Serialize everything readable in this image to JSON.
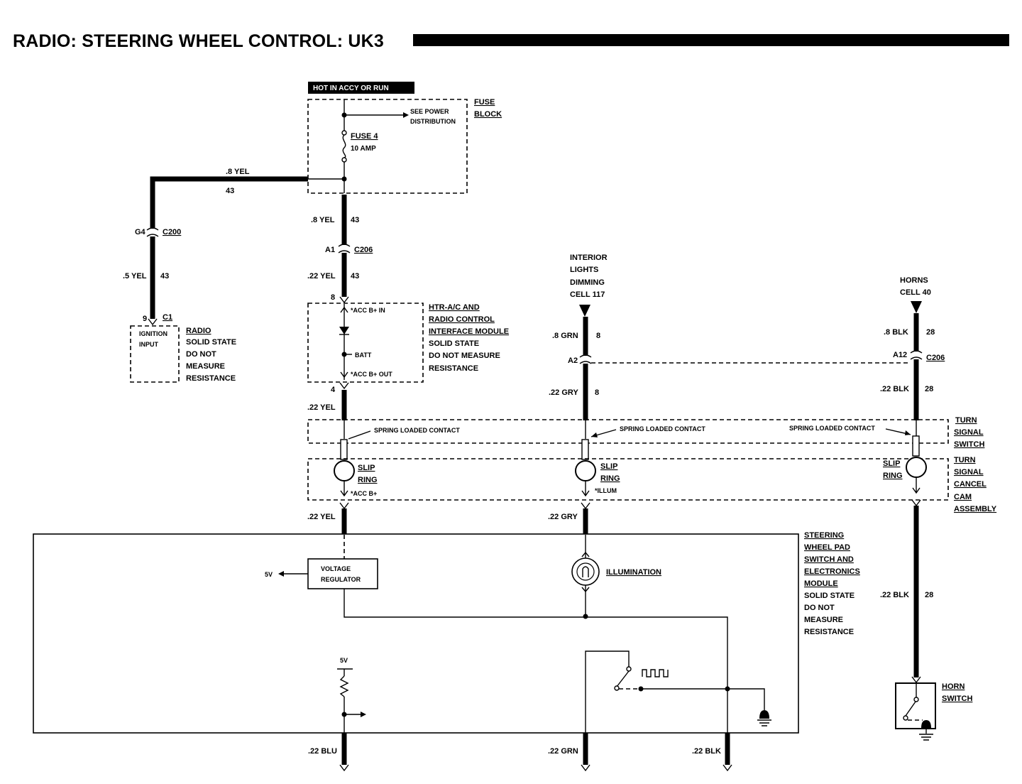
{
  "title": "RADIO: STEERING WHEEL CONTROL: UK3",
  "fuse_block": {
    "hot_label": "HOT IN ACCY OR RUN",
    "name_line1": "FUSE",
    "name_line2": "BLOCK",
    "see_power_line1": "SEE POWER",
    "see_power_line2": "DISTRIBUTION",
    "fuse_name": "FUSE 4",
    "fuse_rating": "10 AMP"
  },
  "wires": {
    "yel_top_label": ".8 YEL",
    "yel_top_circuit": "43",
    "center_yel_label": ".8 YEL",
    "center_yel_circuit": "43",
    "center_yel2_label": ".22 YEL",
    "center_yel2_circuit": "43",
    "radio_wire_label": ".5 YEL",
    "radio_wire_circuit": "43",
    "yel_below_module": ".22 YEL",
    "yel_below_slip": ".22 YEL",
    "grn_label": ".8 GRN",
    "grn_circuit": "8",
    "gry_label": ".22 GRY",
    "gry_circuit": "8",
    "gry_below_slip": ".22 GRY",
    "blk_label": ".8 BLK",
    "blk_circuit": "28",
    "blk2_label": ".22 BLK",
    "blk2_circuit": "28",
    "blk3_label": ".22 BLK",
    "blk3_circuit": "28",
    "bottom_blu": ".22 BLU",
    "bottom_grn": ".22 GRN",
    "bottom_blk": ".22 BLK"
  },
  "connectors": {
    "g4": "G4",
    "c200": "C200",
    "a1": "A1",
    "c206_center": "C206",
    "a2": "A2",
    "a12": "A12",
    "c206_right": "C206",
    "radio_pin": "9",
    "radio_conn": "C1",
    "htr_pin_in": "8",
    "htr_pin_out": "4"
  },
  "radio": {
    "input_line1": "IGNITION",
    "input_line2": "INPUT",
    "lines": [
      "RADIO",
      "SOLID STATE",
      "DO NOT",
      "MEASURE",
      "RESISTANCE"
    ]
  },
  "htr_module": {
    "acc_in": "*ACC B+ IN",
    "batt": "BATT",
    "acc_out": "*ACC B+ OUT",
    "lines": [
      "HTR-A/C AND",
      "RADIO CONTROL",
      "INTERFACE MODULE",
      "SOLID STATE",
      "DO NOT MEASURE",
      "RESISTANCE"
    ]
  },
  "interior_lights": [
    "INTERIOR",
    "LIGHTS",
    "DIMMING",
    "CELL 117"
  ],
  "horns": [
    "HORNS",
    "CELL 40"
  ],
  "spring_contact": "SPRING LOADED CONTACT",
  "turn_signal_switch": [
    "TURN",
    "SIGNAL",
    "SWITCH"
  ],
  "cancel_cam": [
    "TURN",
    "SIGNAL",
    "CANCEL",
    "CAM",
    "ASSEMBLY"
  ],
  "slip_ring": {
    "line1": "SLIP",
    "line2": "RING",
    "acc": "*ACC B+",
    "illum": "*ILLUM"
  },
  "steering_module": {
    "lines": [
      "STEERING",
      "WHEEL PAD",
      "SWITCH AND",
      "ELECTRONICS",
      "MODULE",
      "SOLID STATE",
      "DO NOT",
      "MEASURE",
      "RESISTANCE"
    ],
    "regulator_line1": "VOLTAGE",
    "regulator_line2": "REGULATOR",
    "five_v_out": "5V",
    "five_v_supply": "5V",
    "illumination": "ILLUMINATION"
  },
  "horn_switch": [
    "HORN",
    "SWITCH"
  ]
}
